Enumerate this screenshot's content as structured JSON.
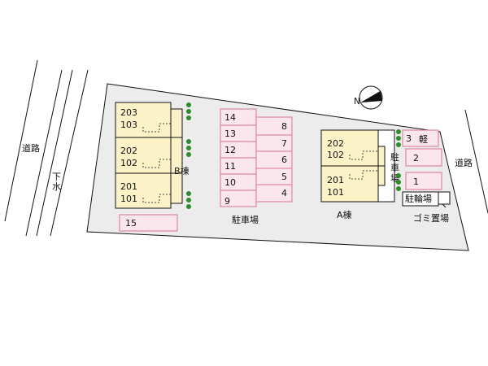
{
  "colors": {
    "site_fill": "#ececec",
    "building_fill": "#fbf2c8",
    "parking_fill": "#fbe6ee",
    "parking_stroke": "#d8748f",
    "tree": "#2e8b2e",
    "line": "#111111"
  },
  "icons": {
    "compass": "north-arrow-icon",
    "tree": "tree-dot-icon"
  },
  "roads": {
    "west": "道路",
    "east": "道路",
    "sewer_char1": "下",
    "sewer_char2": "水"
  },
  "building_b": {
    "name": "B棟",
    "units": [
      {
        "upper": "203",
        "lower": "103"
      },
      {
        "upper": "202",
        "lower": "102"
      },
      {
        "upper": "201",
        "lower": "101"
      }
    ]
  },
  "building_a": {
    "name": "A棟",
    "units": [
      {
        "upper": "202",
        "lower": "102"
      },
      {
        "upper": "201",
        "lower": "101"
      }
    ]
  },
  "parking_main": {
    "label": "駐車場",
    "left_column": [
      "14",
      "13",
      "12",
      "11",
      "10",
      "9"
    ],
    "right_column": [
      "8",
      "7",
      "6",
      "5",
      "4"
    ]
  },
  "parking_b_extra": "15",
  "parking_a": {
    "label_char1": "駐",
    "label_char2": "車",
    "label_char3": "場",
    "spaces": [
      "3",
      "2",
      "1"
    ],
    "kei": "軽"
  },
  "bicycle_parking": "駐輪場",
  "garbage": "ゴミ置場",
  "compass_letter": "N"
}
